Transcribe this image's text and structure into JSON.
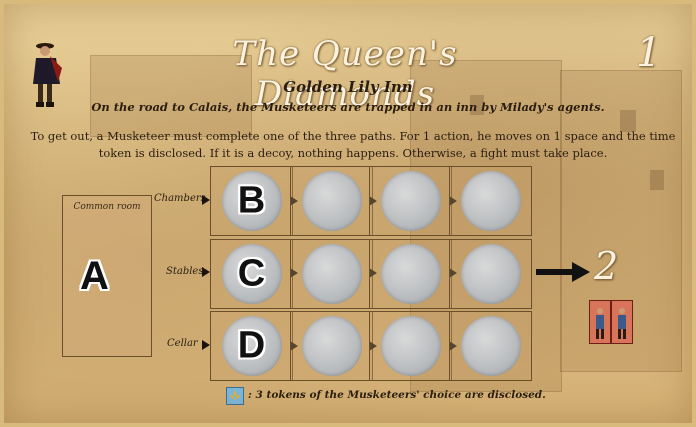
{
  "card": {
    "title": "The Queen's Diamonds",
    "number": "1",
    "subtitle": "Golden Lily Inn",
    "intro": "On the road to Calais, the Musketeers are trapped in an inn by Milady's agents.",
    "rules": "To get out, a Musketeer must complete one of the three paths. For 1 action, he moves on 1 space and the time token is disclosed. If it is a decoy, nothing happens. Otherwise, a fight must take place.",
    "footer": ": 3 tokens of the Musketeers' choice are disclosed."
  },
  "common_room": {
    "label": "Common room",
    "marker": "A"
  },
  "paths": [
    {
      "label": "Chambers",
      "marker": "B"
    },
    {
      "label": "Stables",
      "marker": "C"
    },
    {
      "label": "Cellar",
      "marker": "D"
    }
  ],
  "reward": {
    "value": "2",
    "cards_count": 2
  },
  "colors": {
    "parchment": "#dcbd82",
    "token": "#b9bcbf",
    "card_red": "#d8745a"
  }
}
